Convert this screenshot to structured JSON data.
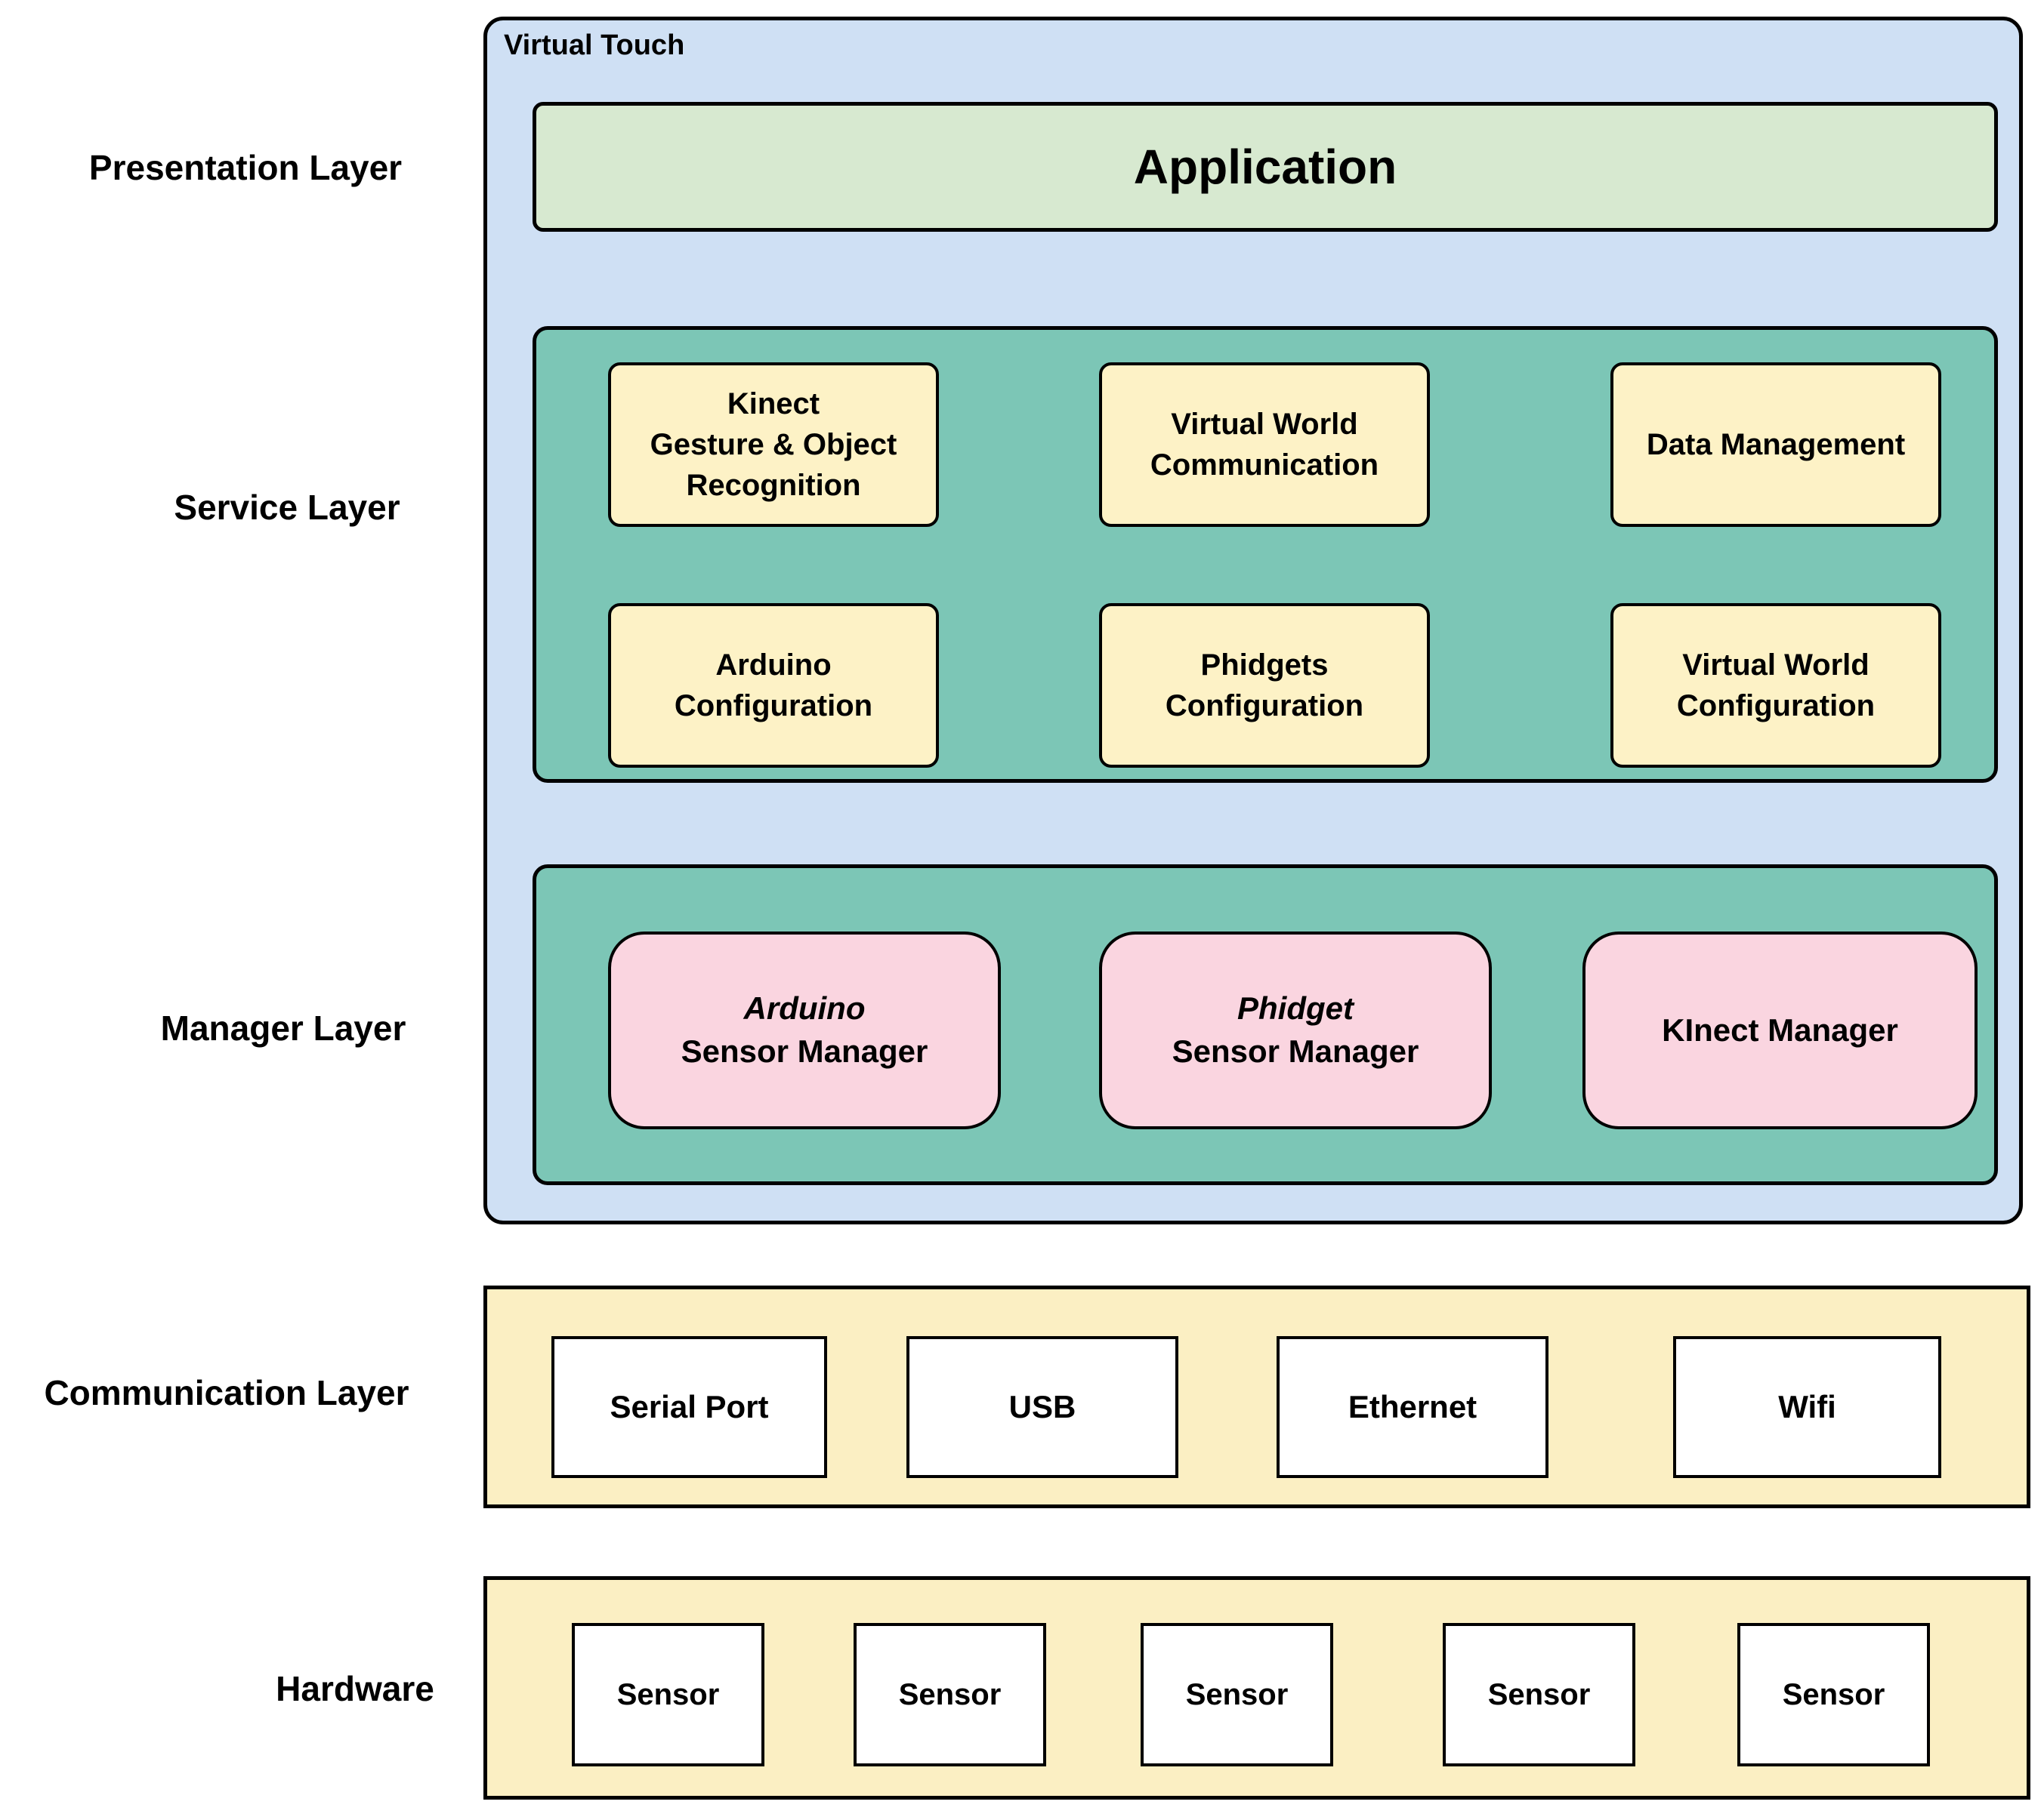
{
  "colors": {
    "container_blue": "#cfe0f4",
    "application_green": "#d7e9d0",
    "layer_teal": "#7cc6b6",
    "service_yellow": "#fdf2c6",
    "band_yellow": "#fbefc3",
    "manager_pink": "#fad5e0",
    "box_white": "#ffffff",
    "border_black": "#000000"
  },
  "gutter_labels": {
    "presentation": "Presentation Layer",
    "service": "Service Layer",
    "manager": "Manager Layer",
    "communication": "Communication Layer",
    "hardware": "Hardware"
  },
  "virtual_touch": {
    "title": "Virtual Touch",
    "application": {
      "label": "Application"
    },
    "service_boxes": [
      {
        "lines": [
          "Kinect",
          "Gesture & Object",
          "Recognition"
        ]
      },
      {
        "lines": [
          "Virtual World",
          "Communication"
        ]
      },
      {
        "lines": [
          "Data Management"
        ]
      },
      {
        "lines": [
          "Arduino",
          "Configuration"
        ]
      },
      {
        "lines": [
          "Phidgets",
          "Configuration"
        ]
      },
      {
        "lines": [
          "Virtual World",
          "Configuration"
        ]
      }
    ],
    "manager_boxes": [
      {
        "device": "Arduino",
        "role": "Sensor Manager"
      },
      {
        "device": "Phidget",
        "role": "Sensor Manager"
      },
      {
        "label": "KInect Manager"
      }
    ]
  },
  "communication_boxes": [
    {
      "label": "Serial Port"
    },
    {
      "label": "USB"
    },
    {
      "label": "Ethernet"
    },
    {
      "label": "Wifi"
    }
  ],
  "hardware_boxes": [
    {
      "label": "Sensor"
    },
    {
      "label": "Sensor"
    },
    {
      "label": "Sensor"
    },
    {
      "label": "Sensor"
    },
    {
      "label": "Sensor"
    }
  ]
}
